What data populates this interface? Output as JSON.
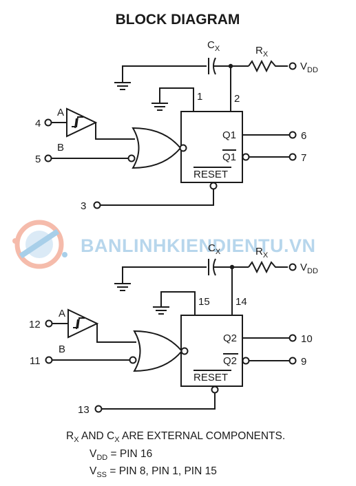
{
  "title": "BLOCK DIAGRAM",
  "watermark": "BANLINHKIENDIENTU.VN",
  "components": {
    "capacitor_main": "C",
    "capacitor_sub": "X",
    "resistor_main": "R",
    "resistor_sub": "X",
    "supply_main": "V",
    "supply_sub": "DD"
  },
  "input_labels": {
    "a": "A",
    "b": "B"
  },
  "unit1": {
    "pins": {
      "input_a": "4",
      "input_b": "5",
      "reset": "3",
      "gnd": "1",
      "cx": "2",
      "q": "6",
      "q_bar": "7"
    },
    "outputs": {
      "q": "Q1",
      "q_bar": "Q1"
    },
    "reset_label": "RESET"
  },
  "unit2": {
    "pins": {
      "input_a": "12",
      "input_b": "11",
      "reset": "13",
      "gnd": "15",
      "cx": "14",
      "q": "10",
      "q_bar": "9"
    },
    "outputs": {
      "q": "Q2",
      "q_bar": "Q2"
    },
    "reset_label": "RESET"
  },
  "notes": {
    "line1_main": "R",
    "line1_sub": "X",
    "line1_and": " AND C",
    "line1_sub2": "X",
    "line1_rest": " ARE EXTERNAL COMPONENTS.",
    "line2_main": "V",
    "line2_sub": "DD",
    "line2_rest": " = PIN 16",
    "line3_main": "V",
    "line3_sub": "SS",
    "line3_rest": " = PIN 8, PIN 1, PIN 15"
  }
}
